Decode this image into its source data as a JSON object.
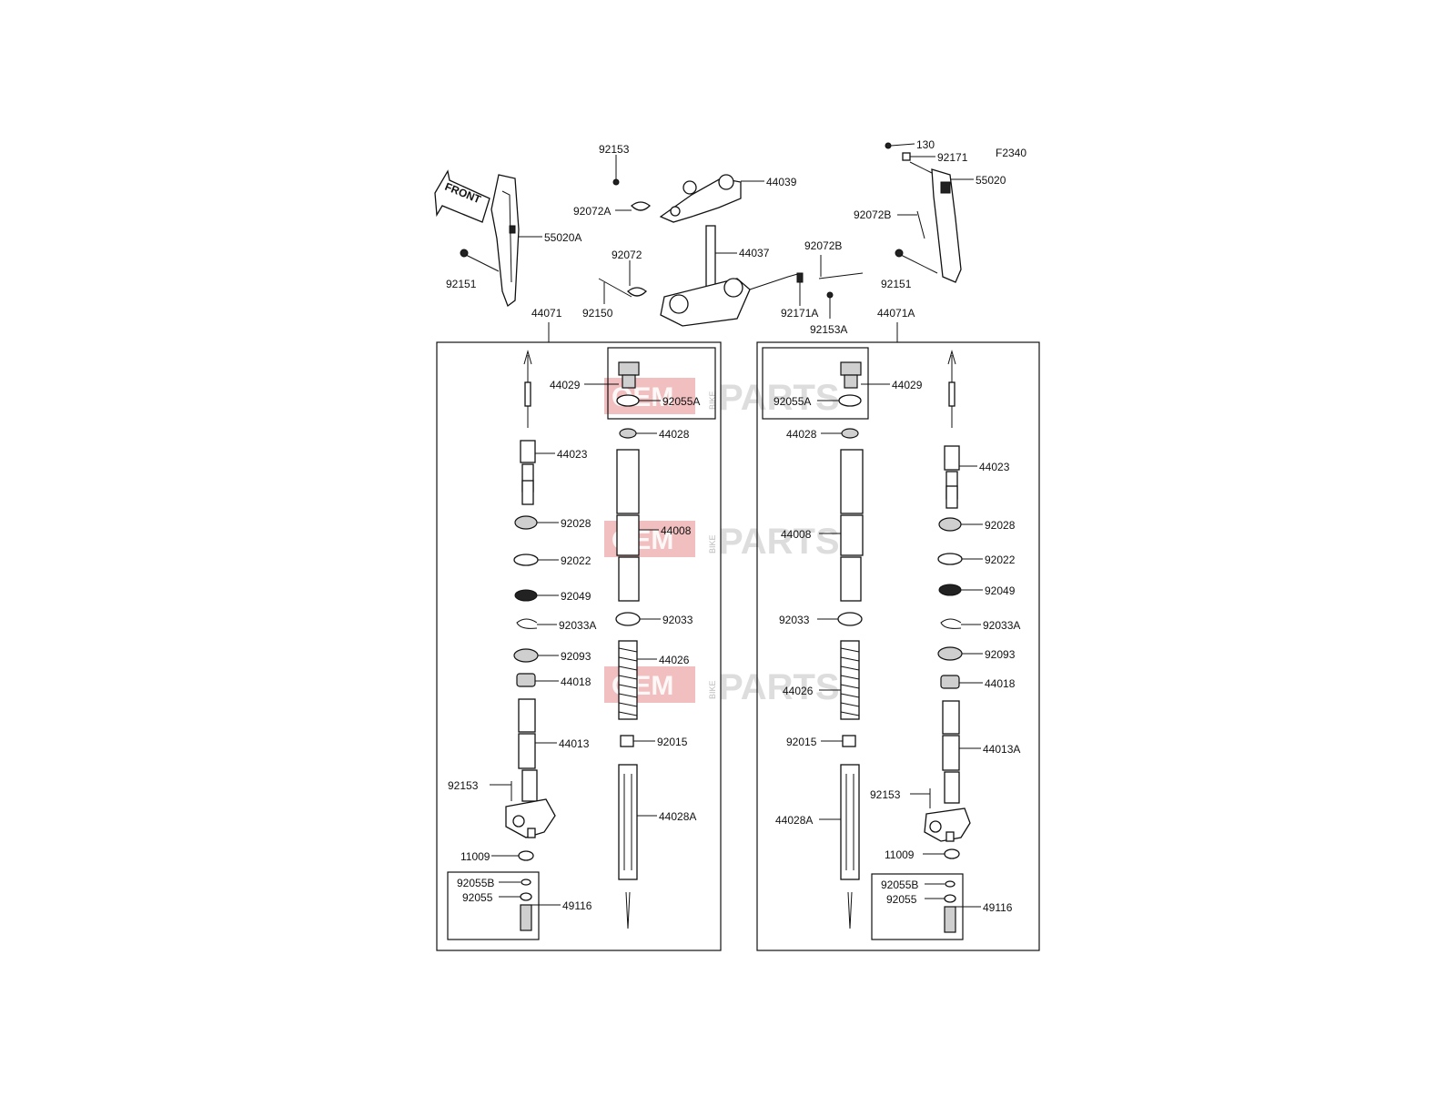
{
  "diagram_code": "F2340",
  "front_arrow_label": "FRONT",
  "watermark": {
    "brand_main": "OEM",
    "brand_side": "BIKE",
    "brand_tail": "PARTS"
  },
  "labels": {
    "p92153_top": "92153",
    "p44039": "44039",
    "p92072A": "92072A",
    "p44037": "44037",
    "p92072": "92072",
    "p92072B_mid": "92072B",
    "p92150": "92150",
    "p92171A": "92171A",
    "p92153A": "92153A",
    "p55020A": "55020A",
    "p92151_left": "92151",
    "p44071": "44071",
    "p130": "130",
    "p92171": "92171",
    "p55020": "55020",
    "p92072B_right": "92072B",
    "p92151_right": "92151",
    "p44071A": "44071A",
    "l44029": "44029",
    "l92055A": "92055A",
    "l44028": "44028",
    "l44023": "44023",
    "l44008": "44008",
    "l92028": "92028",
    "l92022": "92022",
    "l92049": "92049",
    "l92033A": "92033A",
    "l92033": "92033",
    "l92093": "92093",
    "l44026": "44026",
    "l44018": "44018",
    "l44013": "44013",
    "l92015": "92015",
    "l92153": "92153",
    "l44028A": "44028A",
    "l11009": "11009",
    "l92055B": "92055B",
    "l92055": "92055",
    "l49116": "49116",
    "r44029": "44029",
    "r92055A": "92055A",
    "r44028": "44028",
    "r44023": "44023",
    "r44008": "44008",
    "r92028": "92028",
    "r92022": "92022",
    "r92049": "92049",
    "r92033": "92033",
    "r92033A": "92033A",
    "r92093": "92093",
    "r44026": "44026",
    "r44018": "44018",
    "r44013A": "44013A",
    "r92015": "92015",
    "r92153": "92153",
    "r44028A": "44028A",
    "r11009": "11009",
    "r92055B": "92055B",
    "r92055": "92055",
    "r49116": "49116"
  }
}
